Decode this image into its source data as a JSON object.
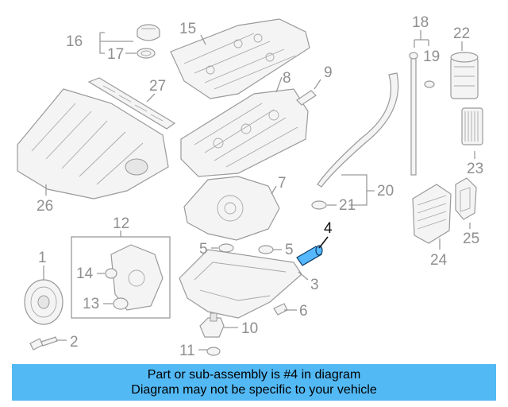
{
  "diagram": {
    "callouts": {
      "c1": "1",
      "c2": "2",
      "c3": "3",
      "c4": "4",
      "c5a": "5",
      "c5b": "5",
      "c6": "6",
      "c7": "7",
      "c8": "8",
      "c9": "9",
      "c10": "10",
      "c11": "11",
      "c12": "12",
      "c13": "13",
      "c14": "14",
      "c15": "15",
      "c16": "16",
      "c17": "17",
      "c18": "18",
      "c19": "19",
      "c20": "20",
      "c21": "21",
      "c22": "22",
      "c23": "23",
      "c24": "24",
      "c25": "25",
      "c26": "26",
      "c27": "27"
    },
    "highlighted_part": "4",
    "colors": {
      "highlight": "#55b8ff",
      "line": "#9a9a9a",
      "label": "#8f8f8f"
    }
  },
  "banner": {
    "line1": "Part or sub-assembly is #4 in diagram",
    "line2": "Diagram may not be specific to your vehicle",
    "background": "#53b9f5"
  }
}
